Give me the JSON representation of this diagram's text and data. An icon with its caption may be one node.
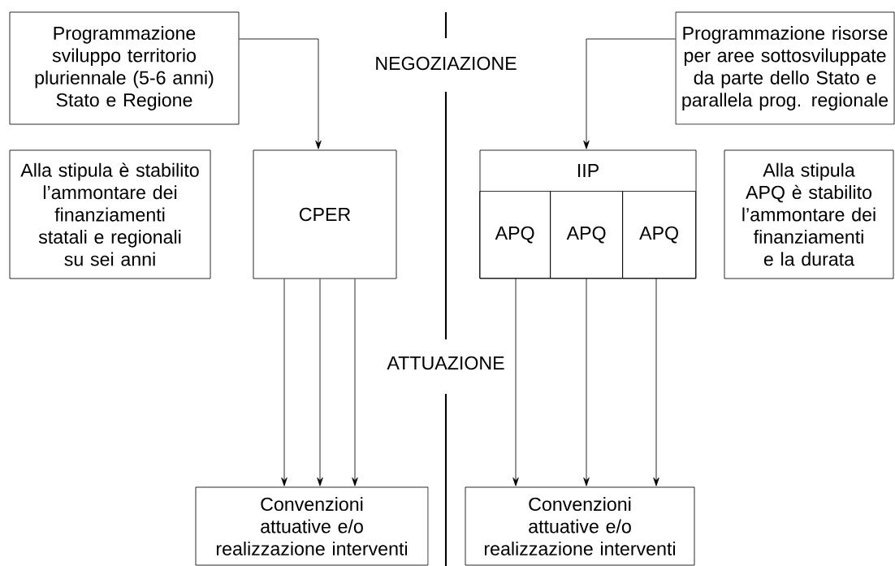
{
  "diagram": {
    "nodes": [
      {
        "text": [
          "Programmazione sviluppo territorio pluriennale (5-6 anni) Stato e Regione"
        ]
      },
      {
        "text": [
          "Programmazione risorse per aree sottosviluppate da parte dello Stato e parallela prog. regionale"
        ]
      },
      {
        "text": [
          "Alla stipula è stabilito l’ammontare dei finanziamenti statali e regionali su sei anni"
        ]
      },
      {
        "text": [
          "CPER"
        ]
      },
      {
        "text": [
          "IIP"
        ]
      },
      {
        "text": [
          "APQ"
        ],
        "in": 4
      },
      {
        "text": [
          "APQ"
        ],
        "in": 4
      },
      {
        "text": [
          "APQ"
        ],
        "in": 4
      },
      {
        "text": [
          "Alla stipula APQ è stabilito l’ammontare dei finanziamenti e la durata"
        ]
      },
      {
        "text": [
          "Convenzioni attuative e/o realizzazione interventi"
        ]
      },
      {
        "text": [
          "Convenzioni attuative e/o realizzazione interventi"
        ]
      }
    ],
    "edges": [
      {
        "from": 0,
        "to": 3,
        "arrow": "to"
      },
      {
        "from": 1,
        "to": 4,
        "arrow": "to"
      },
      {
        "from": 3,
        "to": 9,
        "arrow": "to"
      },
      {
        "from": 3,
        "to": 9,
        "arrow": "to"
      },
      {
        "from": 3,
        "to": 9,
        "arrow": "to"
      },
      {
        "from": 5,
        "to": 10,
        "arrow": "to"
      },
      {
        "from": 6,
        "to": 10,
        "arrow": "to"
      },
      {
        "from": 7,
        "to": 10,
        "arrow": "to"
      }
    ],
    "labels": [
      "NEGOZIAZIONE",
      "ATTUAZIONE"
    ]
  }
}
